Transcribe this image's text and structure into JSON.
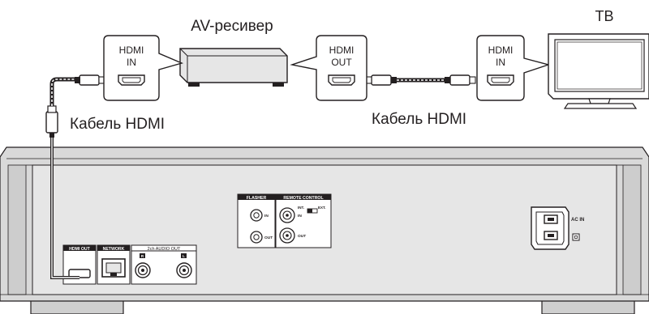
{
  "labels": {
    "receiver": "AV-ресивер",
    "tv": "ТВ",
    "cable_left": "Кабель HDMI",
    "cable_right": "Кабель HDMI"
  },
  "ports": {
    "receiver_in_line1": "HDMI",
    "receiver_in_line2": "IN",
    "receiver_out_line1": "HDMI",
    "receiver_out_line2": "OUT",
    "tv_in_line1": "HDMI",
    "tv_in_line2": "IN"
  },
  "rear_panel": {
    "hdmi_out": "HDMI OUT",
    "network": "NETWORK",
    "audio_out": "2ch AUDIO OUT",
    "audio_r": "R",
    "audio_l": "L",
    "flasher": "FLASHER",
    "flasher_in": "IN",
    "flasher_out": "OUT",
    "remote_control": "REMOTE CONTROL",
    "remote_int": "INT.",
    "remote_ext": "EXT.",
    "remote_in": "IN",
    "remote_out": "OUT",
    "ac_in": "AC IN"
  },
  "colors": {
    "line": "#231f20",
    "panel_fill": "#dcdcdc",
    "panel_shade": "#c8c8c8",
    "callout_fill": "#ffffff"
  }
}
